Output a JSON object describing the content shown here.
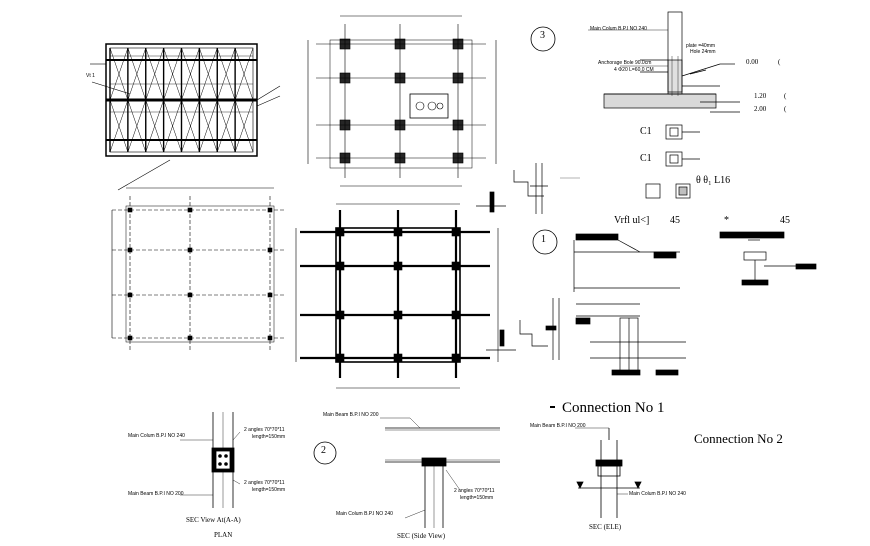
{
  "labels": {
    "connection_no1": "Connection No 1",
    "connection_no2": "Connection No 2",
    "sec_view_aa": "SEC View At(A-A)",
    "plan": "PLAN",
    "sec_side_view": "SEC (Side View)",
    "sec_ele": "SEC (ELE)",
    "main_colum_240_a": "Main Colum B.P.I NO 240",
    "main_beam_200_a": "Main Beam B.P.I NO 200",
    "angles_a": "2 angles 70*70*11",
    "length_a": "length=150mm",
    "angles_b": "2 angles 70*70*11",
    "length_b": "length=150mm",
    "main_beam_200_b": "Main Beam B.P.I NO 200",
    "angles_c": "2 angles 70*70*11",
    "length_c": "length=150mm",
    "main_colum_240_b": "Main Colum B.P.I NO 240",
    "main_beam_200_c": "Main Beam B.P.I NO 200",
    "main_colum_240_c": "Main Colum B.P.I NO 240",
    "circle_1": "1",
    "circle_2": "2",
    "circle_3": "3",
    "base_main_colum": "Main Colum B.P.I NO 240",
    "base_plate": "plate =40mm",
    "base_plate_b": "Hole 24mm",
    "anchorage": "Anchorage Bole 90.0cm",
    "anchorage_b": "4 Φ20 L=60.0 CM",
    "lev_000": "0.00",
    "lev_120": "1.20",
    "lev_200": "2.00",
    "c1_top": "C1",
    "c1_bot": "C1",
    "l16_label": "θ  θ₁  L16",
    "vrfl_label": "Vrfl ul<]",
    "ang_45a": "45",
    "ang_45b": "45",
    "star": "*",
    "vt1": "Vt 1",
    "paren": "("
  }
}
